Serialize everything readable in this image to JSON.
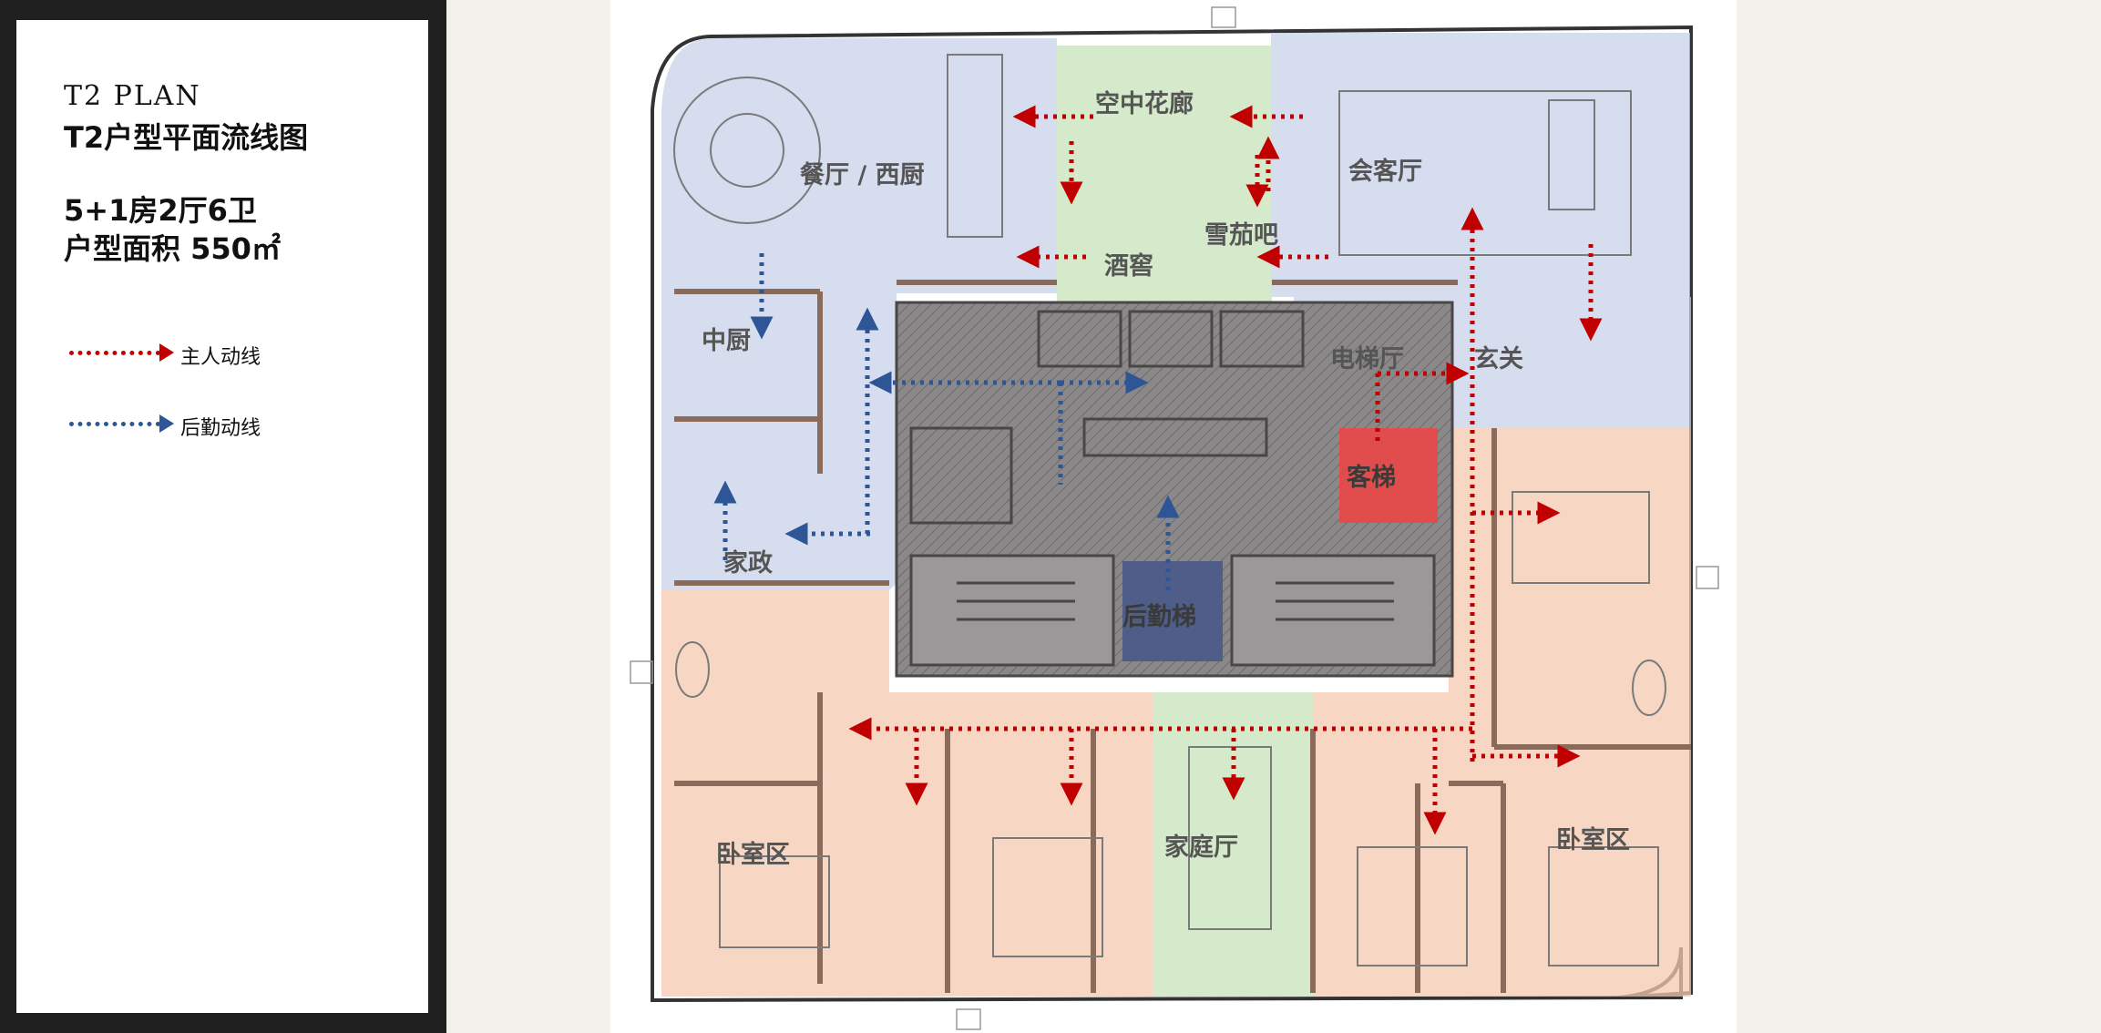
{
  "sidebar": {
    "title_en": "T2 PLAN",
    "title_cn": "T2户型平面流线图",
    "rooms": "5+1房2厅6卫",
    "area": "户型面积 550㎡",
    "legend": {
      "owner": "主人动线",
      "service": "后勤动线"
    }
  },
  "zones": {
    "dining": "餐厅 / 西厨",
    "sky_garden": "空中花廊",
    "cigar_bar": "雪茄吧",
    "wine_cellar": "酒窖",
    "reception": "会客厅",
    "chinese_kitchen": "中厨",
    "elevator_lobby": "电梯厅",
    "foyer": "玄关",
    "guest_lift": "客梯",
    "housekeeping": "家政",
    "service_lift": "后勤梯",
    "family_room": "家庭厅",
    "bedroom_west": "卧室区",
    "bedroom_east": "卧室区"
  },
  "colors": {
    "owner_flow": "#c00000",
    "service_flow": "#2e5596",
    "public_zone": "#c8d2e8",
    "garden_zone": "#cfe8c4",
    "bedroom_zone": "#f4c8b0",
    "core": "#7a7878",
    "guest_lift": "#e84848",
    "service_lift": "#4a5a88"
  }
}
